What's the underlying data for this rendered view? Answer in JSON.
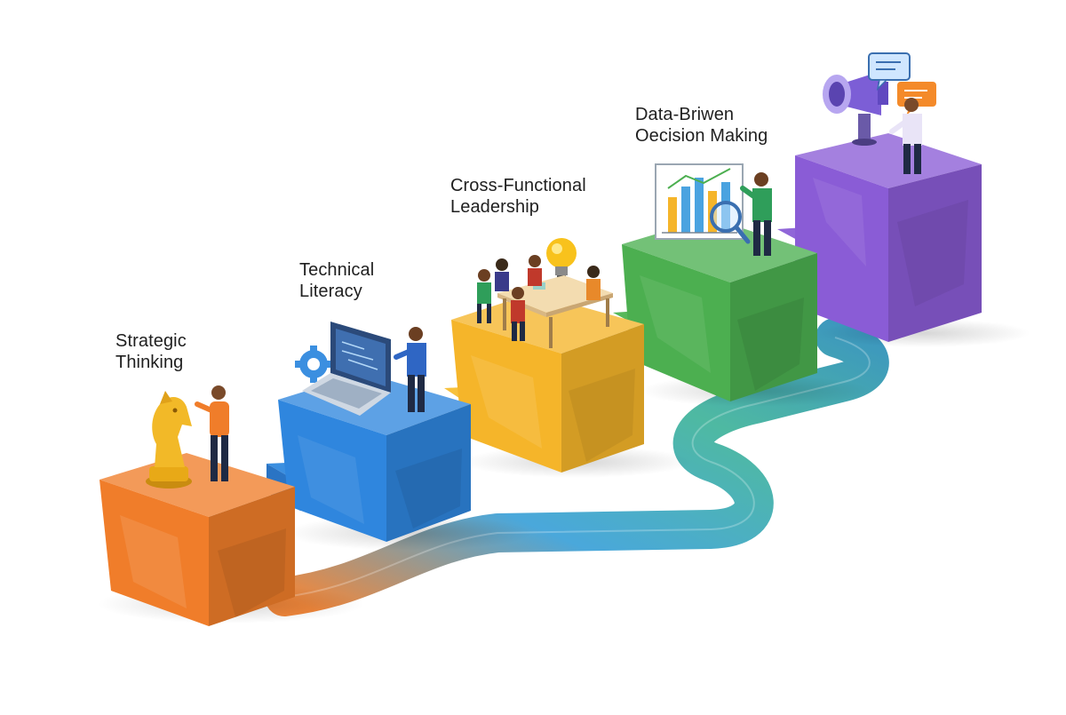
{
  "diagram": {
    "steps": [
      {
        "id": "strategic-thinking",
        "lines": [
          "Strategic",
          "Thinking"
        ],
        "color": "#f07d2a",
        "icon": "chess-knight-icon"
      },
      {
        "id": "technical-literacy",
        "lines": [
          "Technical",
          "Literacy"
        ],
        "color": "#2f86de",
        "icon": "laptop-icon"
      },
      {
        "id": "cross-functional-leadership",
        "lines": [
          "Cross-Functional",
          "Leadership"
        ],
        "color": "#f5b52a",
        "icon": "lightbulb-icon"
      },
      {
        "id": "data-driven-decision-making",
        "lines": [
          "Data-Briwen",
          "Oecision Making"
        ],
        "color": "#4caf50",
        "icon": "bar-chart-icon"
      },
      {
        "id": "communication",
        "lines": [],
        "color": "#8a5cd6",
        "icon": "megaphone-icon"
      }
    ],
    "path_colors": [
      "#f07d2a",
      "#2fa3d6",
      "#4caf50"
    ]
  }
}
